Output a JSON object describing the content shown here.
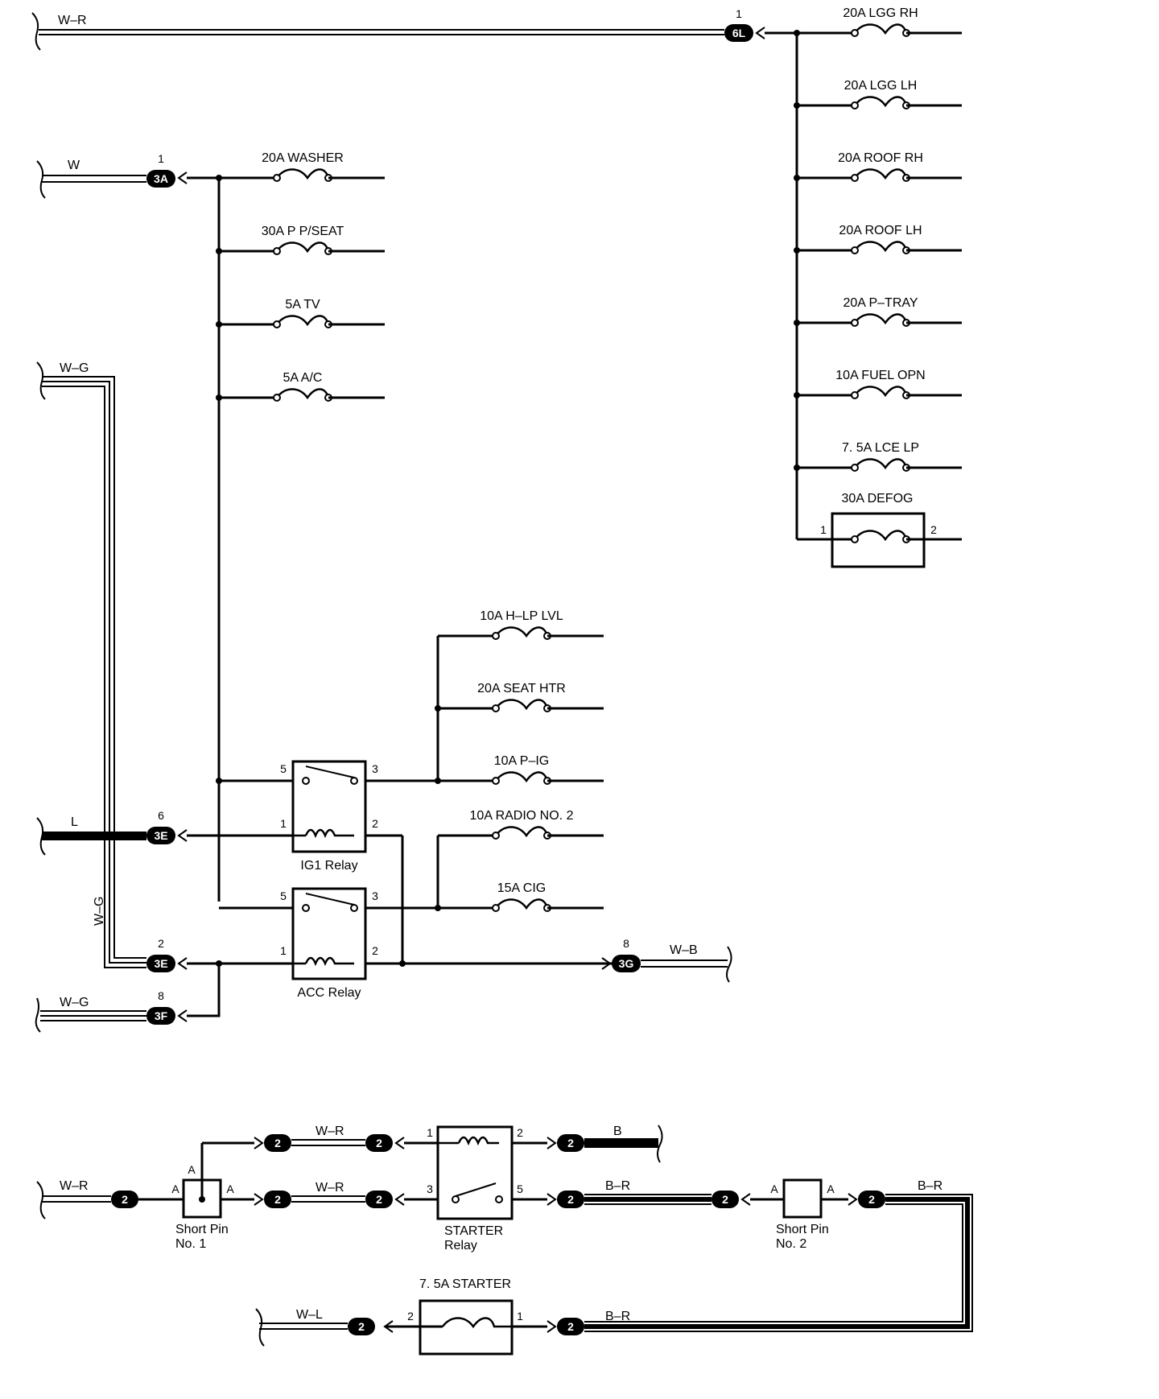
{
  "fuses_right": [
    {
      "label": "20A LGG RH"
    },
    {
      "label": "20A LGG LH"
    },
    {
      "label": "20A ROOF RH"
    },
    {
      "label": "20A ROOF LH"
    },
    {
      "label": "20A P–TRAY"
    },
    {
      "label": "10A FUEL OPN"
    },
    {
      "label": "7. 5A LCE LP"
    }
  ],
  "defog": {
    "label": "30A DEFOG",
    "pin_in": "1",
    "pin_out": "2"
  },
  "fuses_left": [
    {
      "label": "20A WASHER"
    },
    {
      "label": "30A P P/SEAT"
    },
    {
      "label": "5A TV"
    },
    {
      "label": "5A A/C"
    }
  ],
  "fuses_mid": [
    {
      "label": "10A H–LP LVL"
    },
    {
      "label": "20A SEAT HTR"
    },
    {
      "label": "10A P–IG"
    },
    {
      "label": "10A RADIO NO. 2"
    },
    {
      "label": "15A CIG"
    }
  ],
  "connectors": [
    {
      "id": "6L",
      "pin": "1"
    },
    {
      "id": "3A",
      "pin": "1"
    },
    {
      "id": "3E",
      "pin": "6"
    },
    {
      "id": "3E",
      "pin": "2"
    },
    {
      "id": "3F",
      "pin": "8"
    },
    {
      "id": "3G",
      "pin": "8"
    }
  ],
  "wires": {
    "top": "W–R",
    "washer_feed": "W",
    "wg_top": "W–G",
    "wg_vertical": "W–G",
    "l_feed": "L",
    "wg_bottom": "W–G",
    "wb_out": "W–B"
  },
  "ig1_relay": {
    "name": "IG1 Relay",
    "pins": [
      "5",
      "3",
      "1",
      "2"
    ]
  },
  "acc_relay": {
    "name": "ACC Relay",
    "pins": [
      "5",
      "3",
      "1",
      "2"
    ]
  },
  "starter_circuit": {
    "wr_in": "W–R",
    "wr_upper": "W–R",
    "wr_lower": "W–R",
    "b_out": "B",
    "br_mid": "B–R",
    "br_right": "B–R",
    "br_bottom": "B–R",
    "wl_out": "W–L",
    "connector_pin": "2",
    "pin_a": "A",
    "short_pin_1": [
      "Short Pin",
      "No. 1"
    ],
    "short_pin_2": [
      "Short Pin",
      "No. 2"
    ],
    "starter_relay": {
      "name": [
        "STARTER",
        "Relay"
      ],
      "pins": [
        "1",
        "2",
        "3",
        "5"
      ]
    },
    "starter_fuse": {
      "label": "7. 5A STARTER",
      "pin_left": "2",
      "pin_right": "1"
    }
  }
}
